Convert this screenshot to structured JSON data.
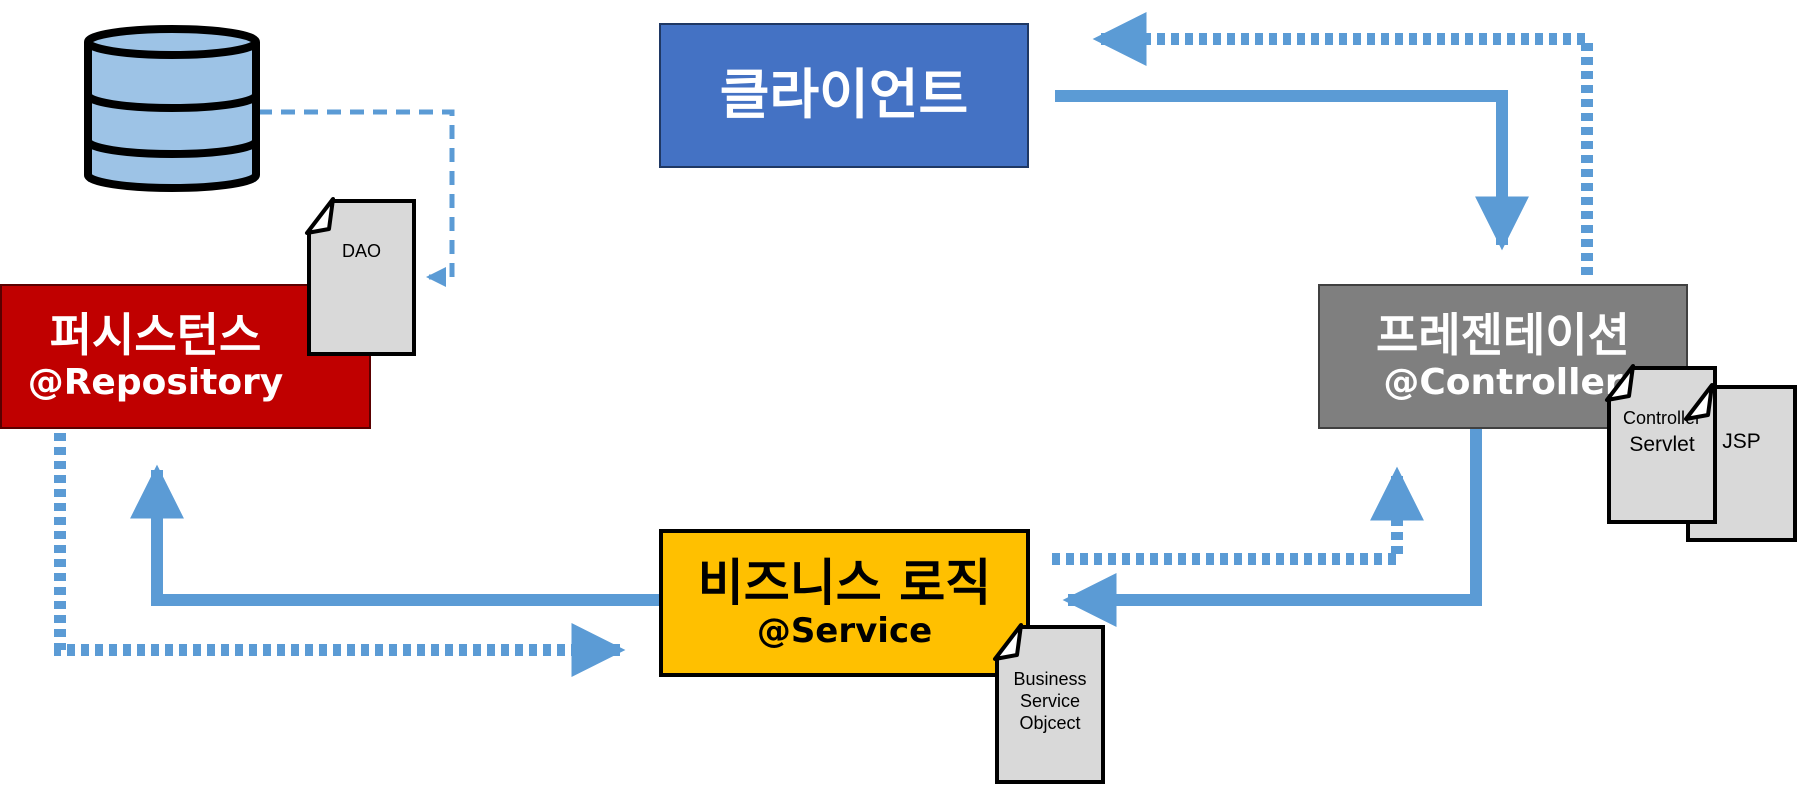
{
  "client": {
    "label": "클라이언트"
  },
  "persistence": {
    "label": "퍼시스턴스",
    "annotation": "@Repository"
  },
  "presentation": {
    "label": "프레젠테이션",
    "annotation": "@Controller"
  },
  "business": {
    "label": "비즈니스 로직",
    "annotation": "@Service"
  },
  "documents": {
    "dao": "DAO",
    "controller_line1": "Controller",
    "controller_line2": "Servlet",
    "jsp": "JSP",
    "bso_line1": "Business",
    "bso_line2": "Service",
    "bso_line3": "Objcect"
  },
  "colors": {
    "client": "#4472c4",
    "persistence": "#c00000",
    "presentation": "#7f7f7f",
    "business": "#ffc000",
    "arrow": "#5b9bd5",
    "database": "#9dc3e6",
    "document": "#d9d9d9"
  },
  "icons": {
    "database": "database-icon"
  }
}
